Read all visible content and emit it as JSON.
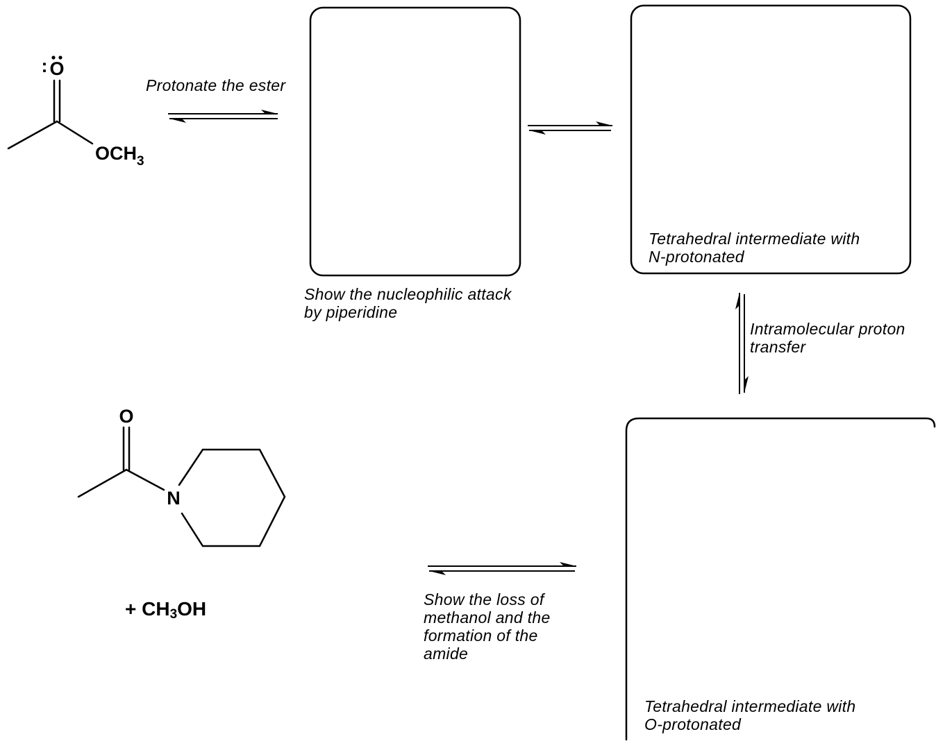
{
  "labels": {
    "step1": "Protonate the ester",
    "box1_caption_line1": "Show the nucleophilic attack",
    "box1_caption_line2": "by piperidine",
    "box2_caption_line1": "Tetrahedral intermediate with",
    "box2_caption_line2": "N-protonated",
    "step3_line1": "Intramolecular proton",
    "step3_line2": "transfer",
    "box3_caption_line1": "Tetrahedral intermediate with",
    "box3_caption_line2": "O-protonated",
    "step4_line1": "Show the loss of",
    "step4_line2": "methanol and the",
    "step4_line3": "formation of the",
    "step4_line4": "amide"
  },
  "ester": {
    "carbonyl_oxygen": "O",
    "lone_pairs": ":",
    "ether_group": "OCH",
    "ether_subscript": "3"
  },
  "amide": {
    "carbonyl_oxygen": "O",
    "nitrogen": "N"
  },
  "byproduct": {
    "prefix": "+ CH",
    "subscript": "3",
    "suffix": "OH"
  },
  "colors": {
    "line": "#000000",
    "background": "#ffffff"
  }
}
